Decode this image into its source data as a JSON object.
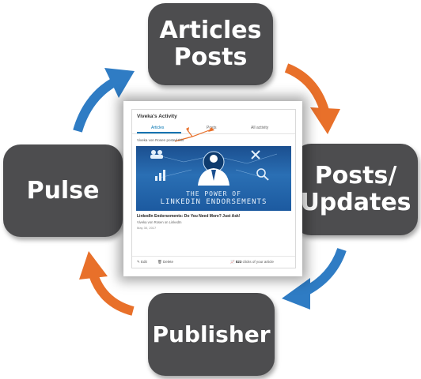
{
  "nodes": {
    "top": [
      "Articles",
      "Posts"
    ],
    "right": [
      "Posts/",
      "Updates"
    ],
    "bottom": [
      "Publisher"
    ],
    "left": [
      "Pulse"
    ]
  },
  "colors": {
    "node_fill": "#4d4d4f",
    "arrow_orange": "#e8702a",
    "arrow_blue": "#2f7cc4"
  },
  "activity_card": {
    "title": "Viveka's Activity",
    "tabs": [
      "Articles",
      "Posts",
      "All activity"
    ],
    "active_tab": "Articles",
    "poster_line": "Viveka von Rosen posted this",
    "banner_text": [
      "THE POWER OF",
      "LINKEDIN ENDORSEMENTS"
    ],
    "article_title": "LinkedIn Endorsements: Do You Need More? Just Ask!",
    "article_author": "Viveka von Rosen on LinkedIn",
    "article_date": "May 30, 2017",
    "footer": {
      "edit": "Edit",
      "delete": "Delete",
      "views_count": "823",
      "views_suffix": "clicks of your article"
    }
  }
}
